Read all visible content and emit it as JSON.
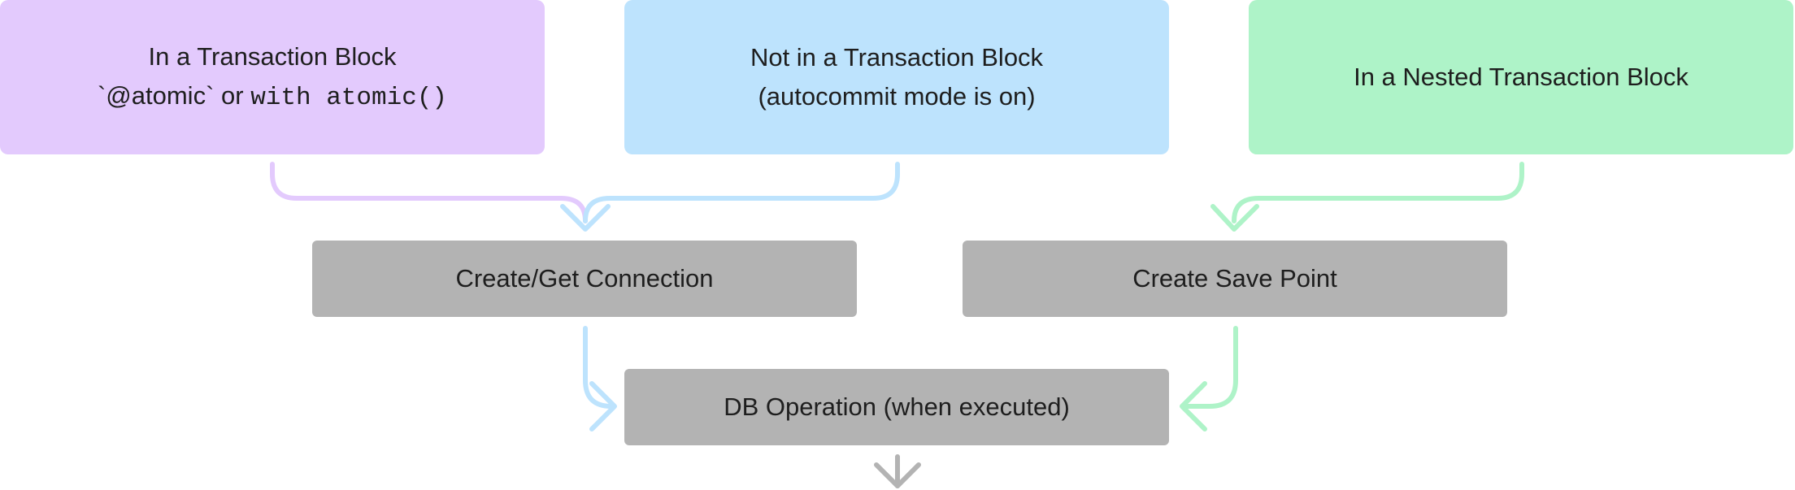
{
  "nodes": {
    "transaction_block": {
      "line1": "In a Transaction Block",
      "line2_prefix": "`@atomic` or ",
      "line2_code": "with atomic()"
    },
    "autocommit": {
      "line1": "Not in a Transaction Block",
      "line2": "(autocommit mode is on)"
    },
    "nested": {
      "line1": "In a Nested Transaction Block"
    },
    "connection": {
      "label": "Create/Get Connection"
    },
    "savepoint": {
      "label": "Create Save Point"
    },
    "db_operation": {
      "label": "DB Operation (when executed)"
    }
  },
  "colors": {
    "transaction": "#e3cafd",
    "autocommit": "#bde3fd",
    "nested": "#aef3c8",
    "process": "#b3b3b3",
    "arrow_purple": "#e3cafd",
    "arrow_blue": "#bde3fd",
    "arrow_green": "#aef3c8",
    "arrow_gray": "#b3b3b3"
  },
  "edges": [
    {
      "from": "transaction_block",
      "to": "connection"
    },
    {
      "from": "autocommit",
      "to": "connection"
    },
    {
      "from": "nested",
      "to": "savepoint"
    },
    {
      "from": "connection",
      "to": "db_operation"
    },
    {
      "from": "savepoint",
      "to": "db_operation"
    },
    {
      "from": "db_operation",
      "to": "next"
    }
  ]
}
